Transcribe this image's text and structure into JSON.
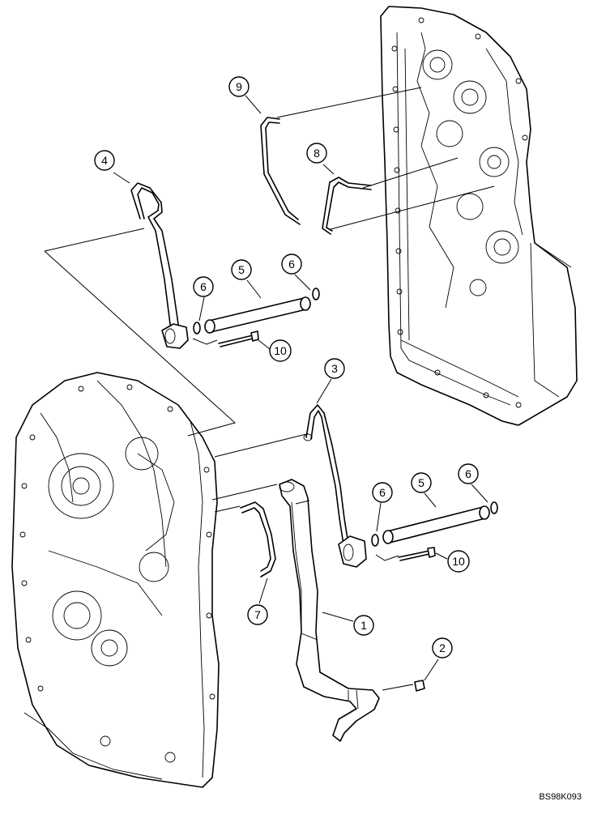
{
  "diagram": {
    "reference_code": "BS98K093",
    "callouts": [
      {
        "id": "c9a",
        "label": "9"
      },
      {
        "id": "c8a",
        "label": "8"
      },
      {
        "id": "c4a",
        "label": "4"
      },
      {
        "id": "c6a",
        "label": "6"
      },
      {
        "id": "c5a",
        "label": "5"
      },
      {
        "id": "c6b",
        "label": "6"
      },
      {
        "id": "c10a",
        "label": "10"
      },
      {
        "id": "c3a",
        "label": "3"
      },
      {
        "id": "c6c",
        "label": "6"
      },
      {
        "id": "c5b",
        "label": "5"
      },
      {
        "id": "c6d",
        "label": "6"
      },
      {
        "id": "c10b",
        "label": "10"
      },
      {
        "id": "c7a",
        "label": "7"
      },
      {
        "id": "c1a",
        "label": "1"
      },
      {
        "id": "c2a",
        "label": "2"
      }
    ]
  }
}
